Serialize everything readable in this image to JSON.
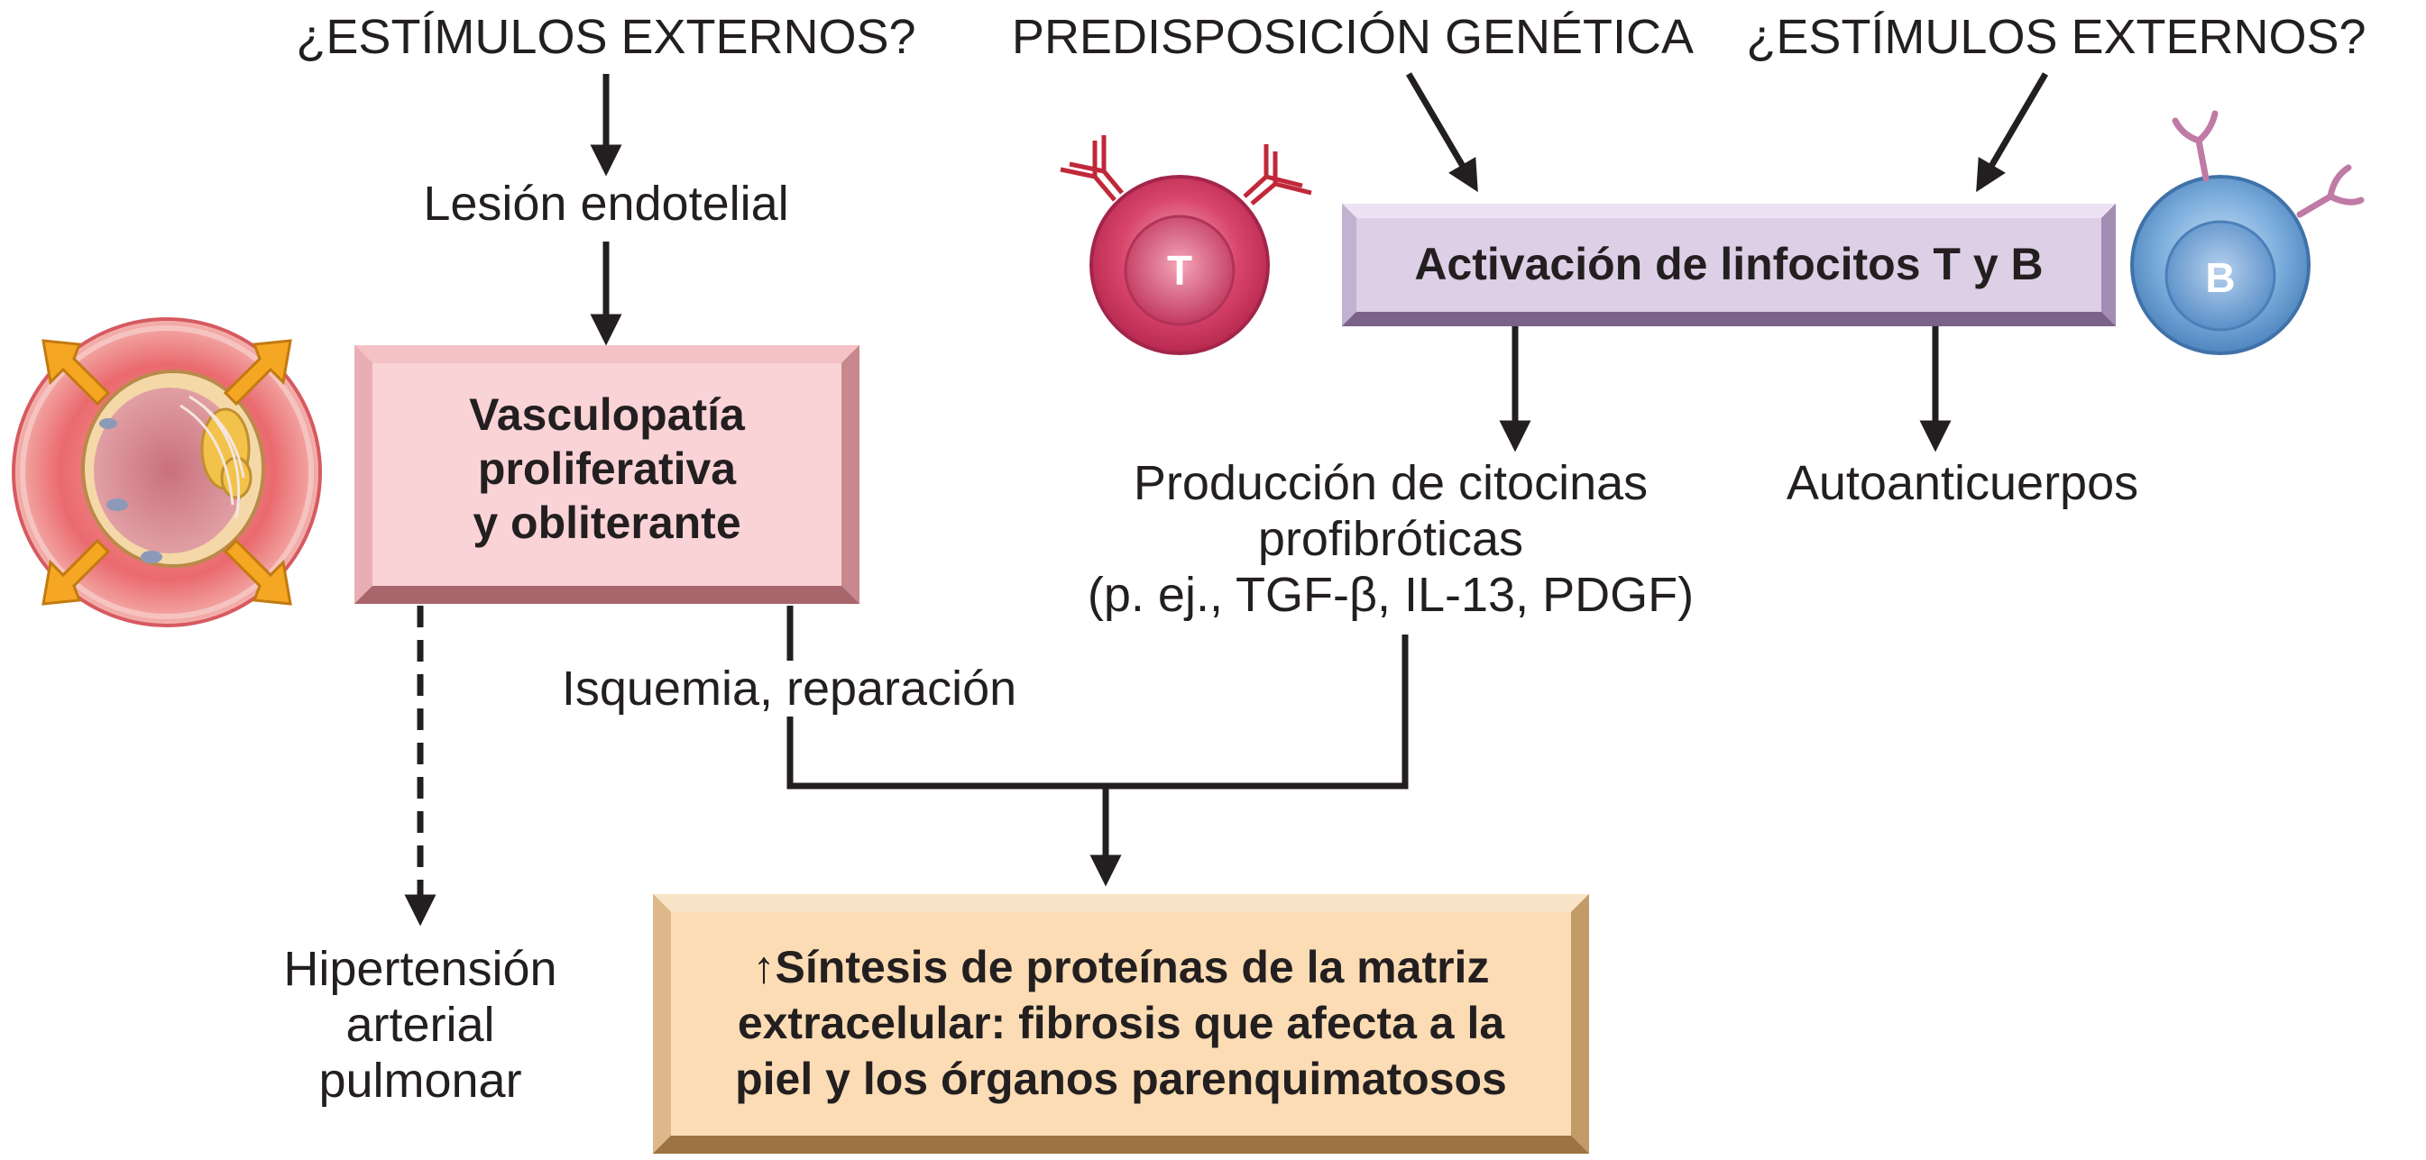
{
  "diagram": {
    "top_left_label": "¿ESTÍMULOS EXTERNOS?",
    "top_center_label": "PREDISPOSICIÓN GENÉTICA",
    "top_right_label": "¿ESTÍMULOS EXTERNOS?",
    "endothelial_injury": "Lesión endotelial",
    "vasculopathy_box": [
      "Vasculopatía",
      "proliferativa",
      "y obliterante"
    ],
    "activation_box": "Activación de linfocitos T y B",
    "t_cell_letter": "T",
    "b_cell_letter": "B",
    "cytokines": [
      "Producción de citocinas",
      "profibróticas",
      "(p. ej., TGF-β, IL-13, PDGF)"
    ],
    "autoantibodies": "Autoanticuerpos",
    "ischemia": "Isquemia, reparación",
    "pulmonary_hypertension": [
      "Hipertensión",
      "arterial",
      "pulmonar"
    ],
    "fibrosis_box": [
      "↑Síntesis de proteínas de la matriz",
      "extracelular: fibrosis que afecta a la",
      "piel y los órganos parenquimatosos"
    ]
  },
  "colors": {
    "arrow": "#231f20",
    "vasculopathy_face": "#f9d3d6",
    "activation_face": "#dccfe6",
    "fibrosis_face": "#fbdcb4",
    "t_cell": "#d9466c",
    "b_cell": "#6a9fd3",
    "vessel_arrow": "#f5a623"
  }
}
